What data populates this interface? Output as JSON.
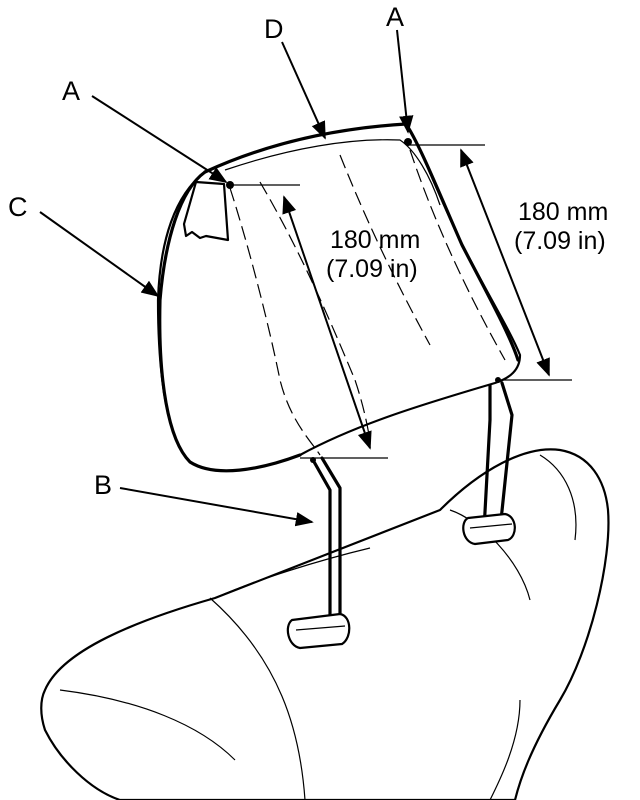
{
  "callouts": {
    "a_left": "A",
    "a_right": "A",
    "b": "B",
    "c": "C",
    "d": "D"
  },
  "dimensions": {
    "left": {
      "metric": "180 mm",
      "imperial": "(7.09 in)"
    },
    "right": {
      "metric": "180 mm",
      "imperial": "(7.09 in)"
    }
  }
}
